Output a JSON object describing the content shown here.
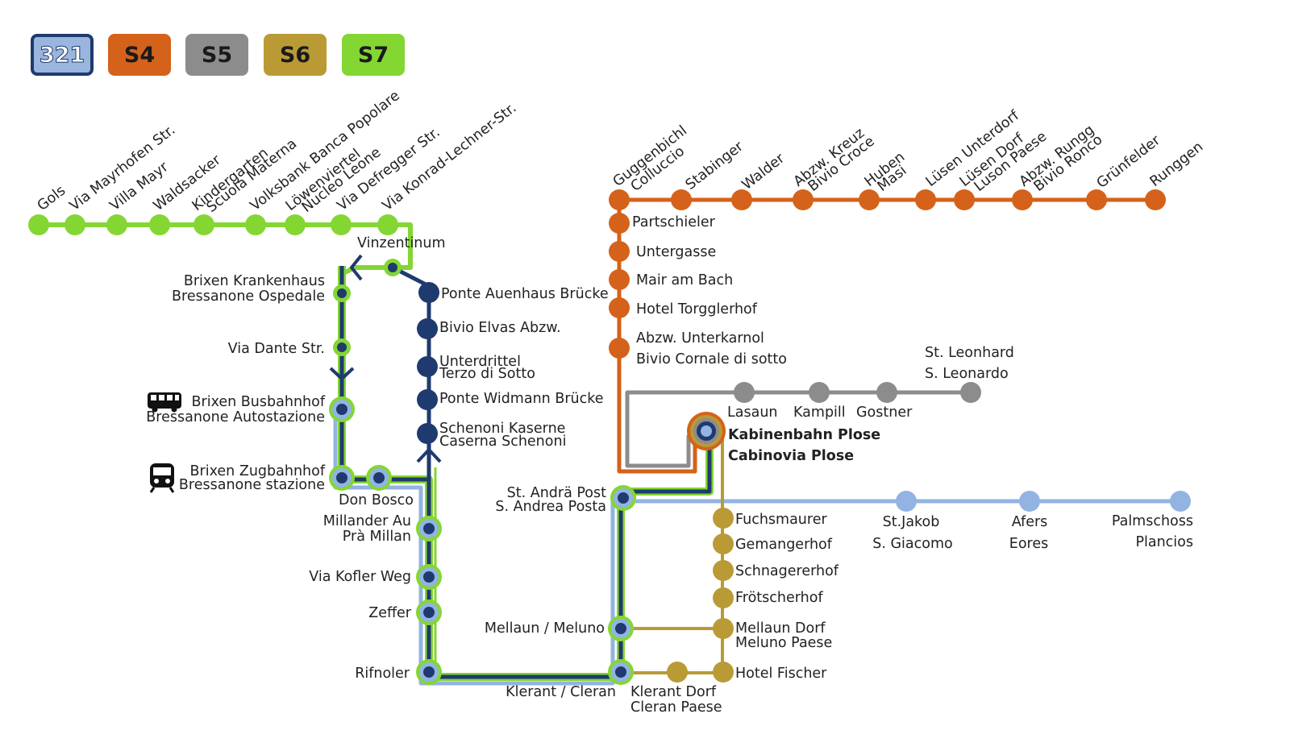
{
  "legend": [
    {
      "label": "321",
      "color": "#1f3a6e",
      "text_color": "#ffffff",
      "fill": "#9ab6de"
    },
    {
      "label": "S4",
      "color": "#d4621a",
      "text_color": "#1a1a1a"
    },
    {
      "label": "S5",
      "color": "#8c8c8c",
      "text_color": "#1a1a1a"
    },
    {
      "label": "S6",
      "color": "#b99a35",
      "text_color": "#1a1a1a"
    },
    {
      "label": "S7",
      "color": "#84d633",
      "text_color": "#1a1a1a"
    }
  ],
  "line_colors": {
    "s7": "#84d633",
    "s4": "#d4621a",
    "s5": "#8c8c8c",
    "s6": "#b99a35",
    "bus_321": "#1f3a6e",
    "bus_light": "#93b3e2"
  },
  "stations": {
    "gols": "Gols",
    "via_mayrhofen": "Via Mayrhofen Str.",
    "villa_mayr": "Villa Mayr",
    "waldsacker": "Waldsacker",
    "kindergarten_1": "Kindergarten",
    "kindergarten_2": "Scuola Materna",
    "volksbank": "Volksbank Banca Popolare",
    "loewenviertel_1": "Löwenviertel",
    "loewenviertel_2": "Nucleo Leone",
    "via_defregger": "Via Defregger Str.",
    "via_konrad": "Via Konrad-Lechner-Str.",
    "vinzentinum": "Vinzentinum",
    "krankenhaus_1": "Brixen Krankenhaus",
    "krankenhaus_2": "Bressanone Ospedale",
    "via_dante": "Via Dante Str.",
    "busbahnhof_1": "Brixen Busbahnhof",
    "busbahnhof_2": "Bressanone Autostazione",
    "zugbahnhof_1": "Brixen Zugbahnhof",
    "zugbahnhof_2": "Bressanone stazione",
    "don_bosco": "Don Bosco",
    "millander_1": "Millander Au",
    "millander_2": "Prà Millan",
    "via_kofler": "Via Kofler Weg",
    "zeffer": "Zeffer",
    "rifnoler": "Rifnoler",
    "ponte_auenhaus": "Ponte Auenhaus Brücke",
    "bivio_elvas": "Bivio Elvas Abzw.",
    "unterdrittel_1": "Unterdrittel",
    "unterdrittel_2": "Terzo di Sotto",
    "ponte_widmann": "Ponte  Widmann Brücke",
    "schenoni_1": "Schenoni Kaserne",
    "schenoni_2": "Caserna Schenoni",
    "klerant": "Klerant / Cleran",
    "mellaun": "Mellaun / Meluno",
    "st_andrae_1": "St. Andrä Post",
    "st_andrae_2": "S. Andrea Posta",
    "guggenbichl_1": "Guggenbichl",
    "guggenbichl_2": "Colluccio",
    "stabinger": "Stabinger",
    "walder": "Walder",
    "abzw_kreuz_1": "Abzw. Kreuz",
    "abzw_kreuz_2": "Bivio Croce",
    "huben_1": "Huben",
    "huben_2": "Masi",
    "luesen_unterdorf": "Lüsen Unterdorf",
    "luesen_dorf_1": "Lüsen Dorf",
    "luesen_dorf_2": "Luson Paese",
    "abzw_rungg_1": "Abzw. Rungg",
    "abzw_rungg_2": "Bivio Ronco",
    "gruenfelder": "Grünfelder",
    "runggen": "Runggen",
    "partschieler": "Partschieler",
    "untergasse": "Untergasse",
    "mair_am_bach": "Mair am Bach",
    "hotel_torgglerhof": "Hotel Torgglerhof",
    "abzw_unterkarnol_1": "Abzw.  Unterkarnol",
    "abzw_unterkarnol_2": "Bivio Cornale di sotto",
    "st_leonhard_1": "St. Leonhard",
    "st_leonhard_2": "S. Leonardo",
    "lasaun": "Lasaun",
    "kampill": "Kampill",
    "gostner": "Gostner",
    "kabinenbahn_1": "Kabinenbahn  Plose",
    "kabinenbahn_2": "Cabinovia  Plose",
    "fuchsmaurer": "Fuchsmaurer",
    "gemangerhof": "Gemangerhof",
    "schnagererhof": "Schnagererhof",
    "froetscherhof": "Frötscherhof",
    "mellaun_dorf_1": "Mellaun Dorf",
    "mellaun_dorf_2": "Meluno Paese",
    "hotel_fischer": "Hotel Fischer",
    "klerant_dorf_1": "Klerant Dorf",
    "klerant_dorf_2": "Cleran Paese",
    "st_jakob_1": "St.Jakob",
    "st_jakob_2": "S. Giacomo",
    "afers_1": "Afers",
    "afers_2": "Eores",
    "palmschoss_1": "Palmschoss",
    "palmschoss_2": "Plancios"
  },
  "icons": {
    "bus": "bus-icon",
    "train": "train-icon",
    "direction_arrow": "direction-arrow-icon"
  }
}
